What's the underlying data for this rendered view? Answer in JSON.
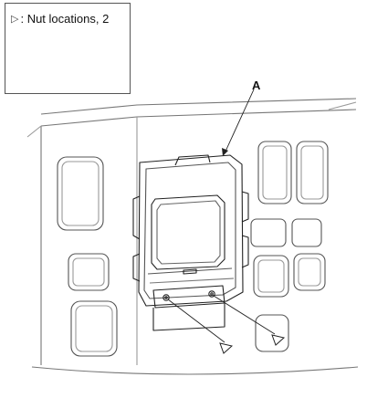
{
  "legend": {
    "symbol_icon": "outline-triangle-icon",
    "text": ": Nut locations, 2",
    "part_icon": "flange-nut-icon"
  },
  "callouts": {
    "label_a": "A"
  },
  "markers": [
    {
      "name": "nut-location-marker-left",
      "icon": "outline-triangle-icon"
    },
    {
      "name": "nut-location-marker-right",
      "icon": "outline-triangle-icon"
    }
  ]
}
